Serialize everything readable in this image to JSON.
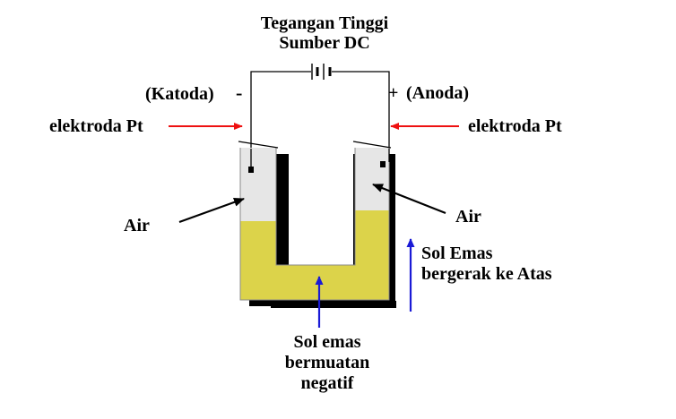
{
  "title_line1": "Tegangan Tinggi",
  "title_line2": "Sumber DC",
  "cathode_label": "(Katoda)",
  "cathode_sign": "-",
  "anode_sign": "+",
  "anode_label": "(Anoda)",
  "electrode_left_label": "elektroda Pt",
  "electrode_right_label": "elektroda Pt",
  "water_left_label": "Air",
  "water_right_label": "Air",
  "sol_moving_line1": "Sol Emas",
  "sol_moving_line2": "bergerak ke Atas",
  "sol_charge_line1": "Sol emas",
  "sol_charge_line2": "bermuatan",
  "sol_charge_line3": "negatif",
  "colors": {
    "sol": "#dcd34a",
    "water": "#e6e6e6",
    "tube_shadow": "#000000",
    "tube_outline": "#8a8a8a",
    "electrode_arrow": "#ee1111",
    "flow_arrow": "#1a1ad6",
    "label_arrow": "#000000"
  },
  "icons": [
    "battery-icon"
  ]
}
